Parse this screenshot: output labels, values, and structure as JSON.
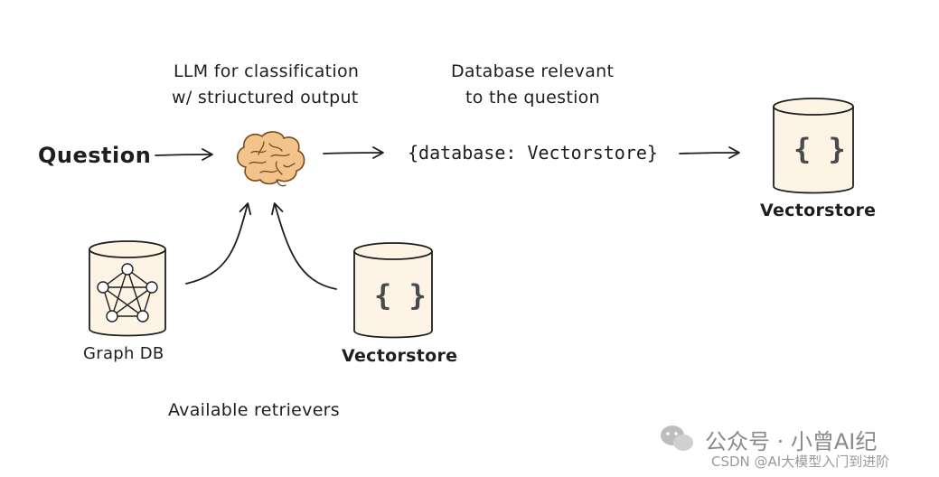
{
  "labels": {
    "llm_title_line1": "LLM for classification",
    "llm_title_line2": "w/ striuctured output",
    "db_relevant_line1": "Database relevant",
    "db_relevant_line2": "to the question",
    "question": "Question",
    "structured_output": "{database: Vectorstore}",
    "vectorstore_output": "Vectorstore",
    "graph_db": "Graph DB",
    "vectorstore_retriever": "Vectorstore",
    "available_retrievers": "Available retrievers"
  },
  "icons": {
    "brain": "brain-icon",
    "braces": "{ }",
    "graph": "graph-network-icon"
  },
  "colors": {
    "cylinder_fill": "#fdf4e6",
    "brain_fill": "#f2c48b",
    "brain_stroke": "#7a4a1e",
    "stroke": "#1e1e1e"
  },
  "watermark": {
    "line1": "公众号 · 小曾AI纪",
    "line2": "CSDN @AI大模型入门到进阶"
  }
}
